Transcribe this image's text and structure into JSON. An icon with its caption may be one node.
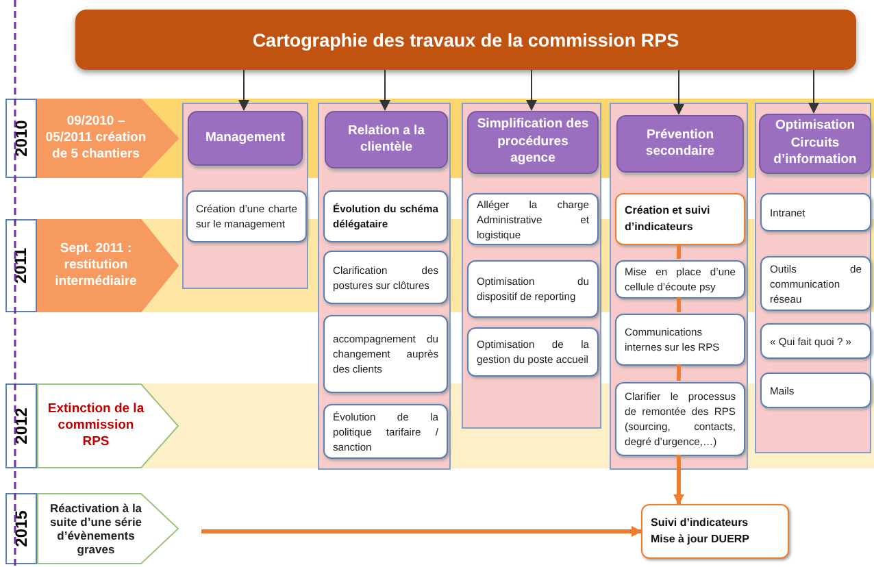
{
  "diagram": {
    "nodes": [
      {
        "text": [
          "Cartographie des travaux de la commission RPS"
        ]
      },
      {
        "text": [
          "2010"
        ]
      },
      {
        "text": [
          "09/2010 – 05/2011 création de 5 chantiers"
        ]
      },
      {
        "text": [
          "2011"
        ]
      },
      {
        "text": [
          "Sept. 2011 : restitution intermédiaire"
        ]
      },
      {
        "text": [
          "2012"
        ]
      },
      {
        "text": [
          "Extinction de la commission RPS"
        ]
      },
      {
        "text": [
          "2015"
        ]
      },
      {
        "text": [
          "Réactivation à la suite d’une série d’évènements graves"
        ]
      },
      {
        "text": [],
        "shape": "box"
      },
      {
        "text": [
          "Management"
        ],
        "in": 9
      },
      {
        "text": [
          "Création d’une charte sur le management"
        ],
        "in": 9
      },
      {
        "text": [],
        "shape": "box"
      },
      {
        "text": [
          "Relation a la clientèle"
        ],
        "in": 12
      },
      {
        "text": [
          "Évolution du schéma délégataire"
        ],
        "in": 12
      },
      {
        "text": [
          "Clarification des postures sur clôtures"
        ],
        "in": 12
      },
      {
        "text": [
          "accompagnement du changement auprès des clients"
        ],
        "in": 12
      },
      {
        "text": [
          "Évolution de la politique tarifaire / sanction"
        ],
        "in": 12
      },
      {
        "text": [],
        "shape": "box"
      },
      {
        "text": [
          "Simplification des procédures agence"
        ],
        "in": 18
      },
      {
        "text": [
          "Alléger la charge Administrative et logistique"
        ],
        "in": 18
      },
      {
        "text": [
          "Optimisation du dispositif de reporting"
        ],
        "in": 18
      },
      {
        "text": [
          "Optimisation de la gestion du poste accueil"
        ],
        "in": 18
      },
      {
        "text": [],
        "shape": "box"
      },
      {
        "text": [
          "Prévention secondaire"
        ],
        "in": 23
      },
      {
        "text": [
          "Création et suivi d’indicateurs"
        ],
        "in": 23
      },
      {
        "text": [
          "Mise en place d’une cellule d’écoute psy"
        ],
        "in": 23
      },
      {
        "text": [
          "Communications internes sur les RPS"
        ],
        "in": 23
      },
      {
        "text": [
          "Clarifier le processus de remontée des RPS (sourcing, contacts, degré d’urgence,…)"
        ],
        "in": 23
      },
      {
        "text": [],
        "shape": "box"
      },
      {
        "text": [
          "Optimisation Circuits d’information"
        ],
        "in": 29
      },
      {
        "text": [
          "Intranet"
        ],
        "in": 29
      },
      {
        "text": [
          "Outils de communication réseau"
        ],
        "in": 29
      },
      {
        "text": [
          "« Qui fait quoi ? »"
        ],
        "in": 29
      },
      {
        "text": [
          "Mails"
        ],
        "in": 29
      },
      {
        "text": [
          "Suivi d’indicateurs",
          "Mise à jour DUERP"
        ]
      }
    ],
    "edges": [
      {
        "from": 0,
        "to": 10,
        "arrow": "to"
      },
      {
        "from": 0,
        "to": 13,
        "arrow": "to"
      },
      {
        "from": 0,
        "to": 19,
        "arrow": "to"
      },
      {
        "from": 0,
        "to": 24,
        "arrow": "to"
      },
      {
        "from": 0,
        "to": 30,
        "arrow": "to"
      },
      {
        "from": 25,
        "to": 26,
        "arrow": "none",
        "style": "thick",
        "color": "#ed7d31"
      },
      {
        "from": 26,
        "to": 27,
        "arrow": "none",
        "style": "thick",
        "color": "#ed7d31"
      },
      {
        "from": 27,
        "to": 28,
        "arrow": "none",
        "style": "thick",
        "color": "#ed7d31"
      },
      {
        "from": 28,
        "to": 35,
        "arrow": "to",
        "style": "thick",
        "color": "#ed7d31"
      },
      {
        "from": 8,
        "to": 35,
        "arrow": "to",
        "style": "thick",
        "color": "#ed7d31"
      }
    ]
  }
}
